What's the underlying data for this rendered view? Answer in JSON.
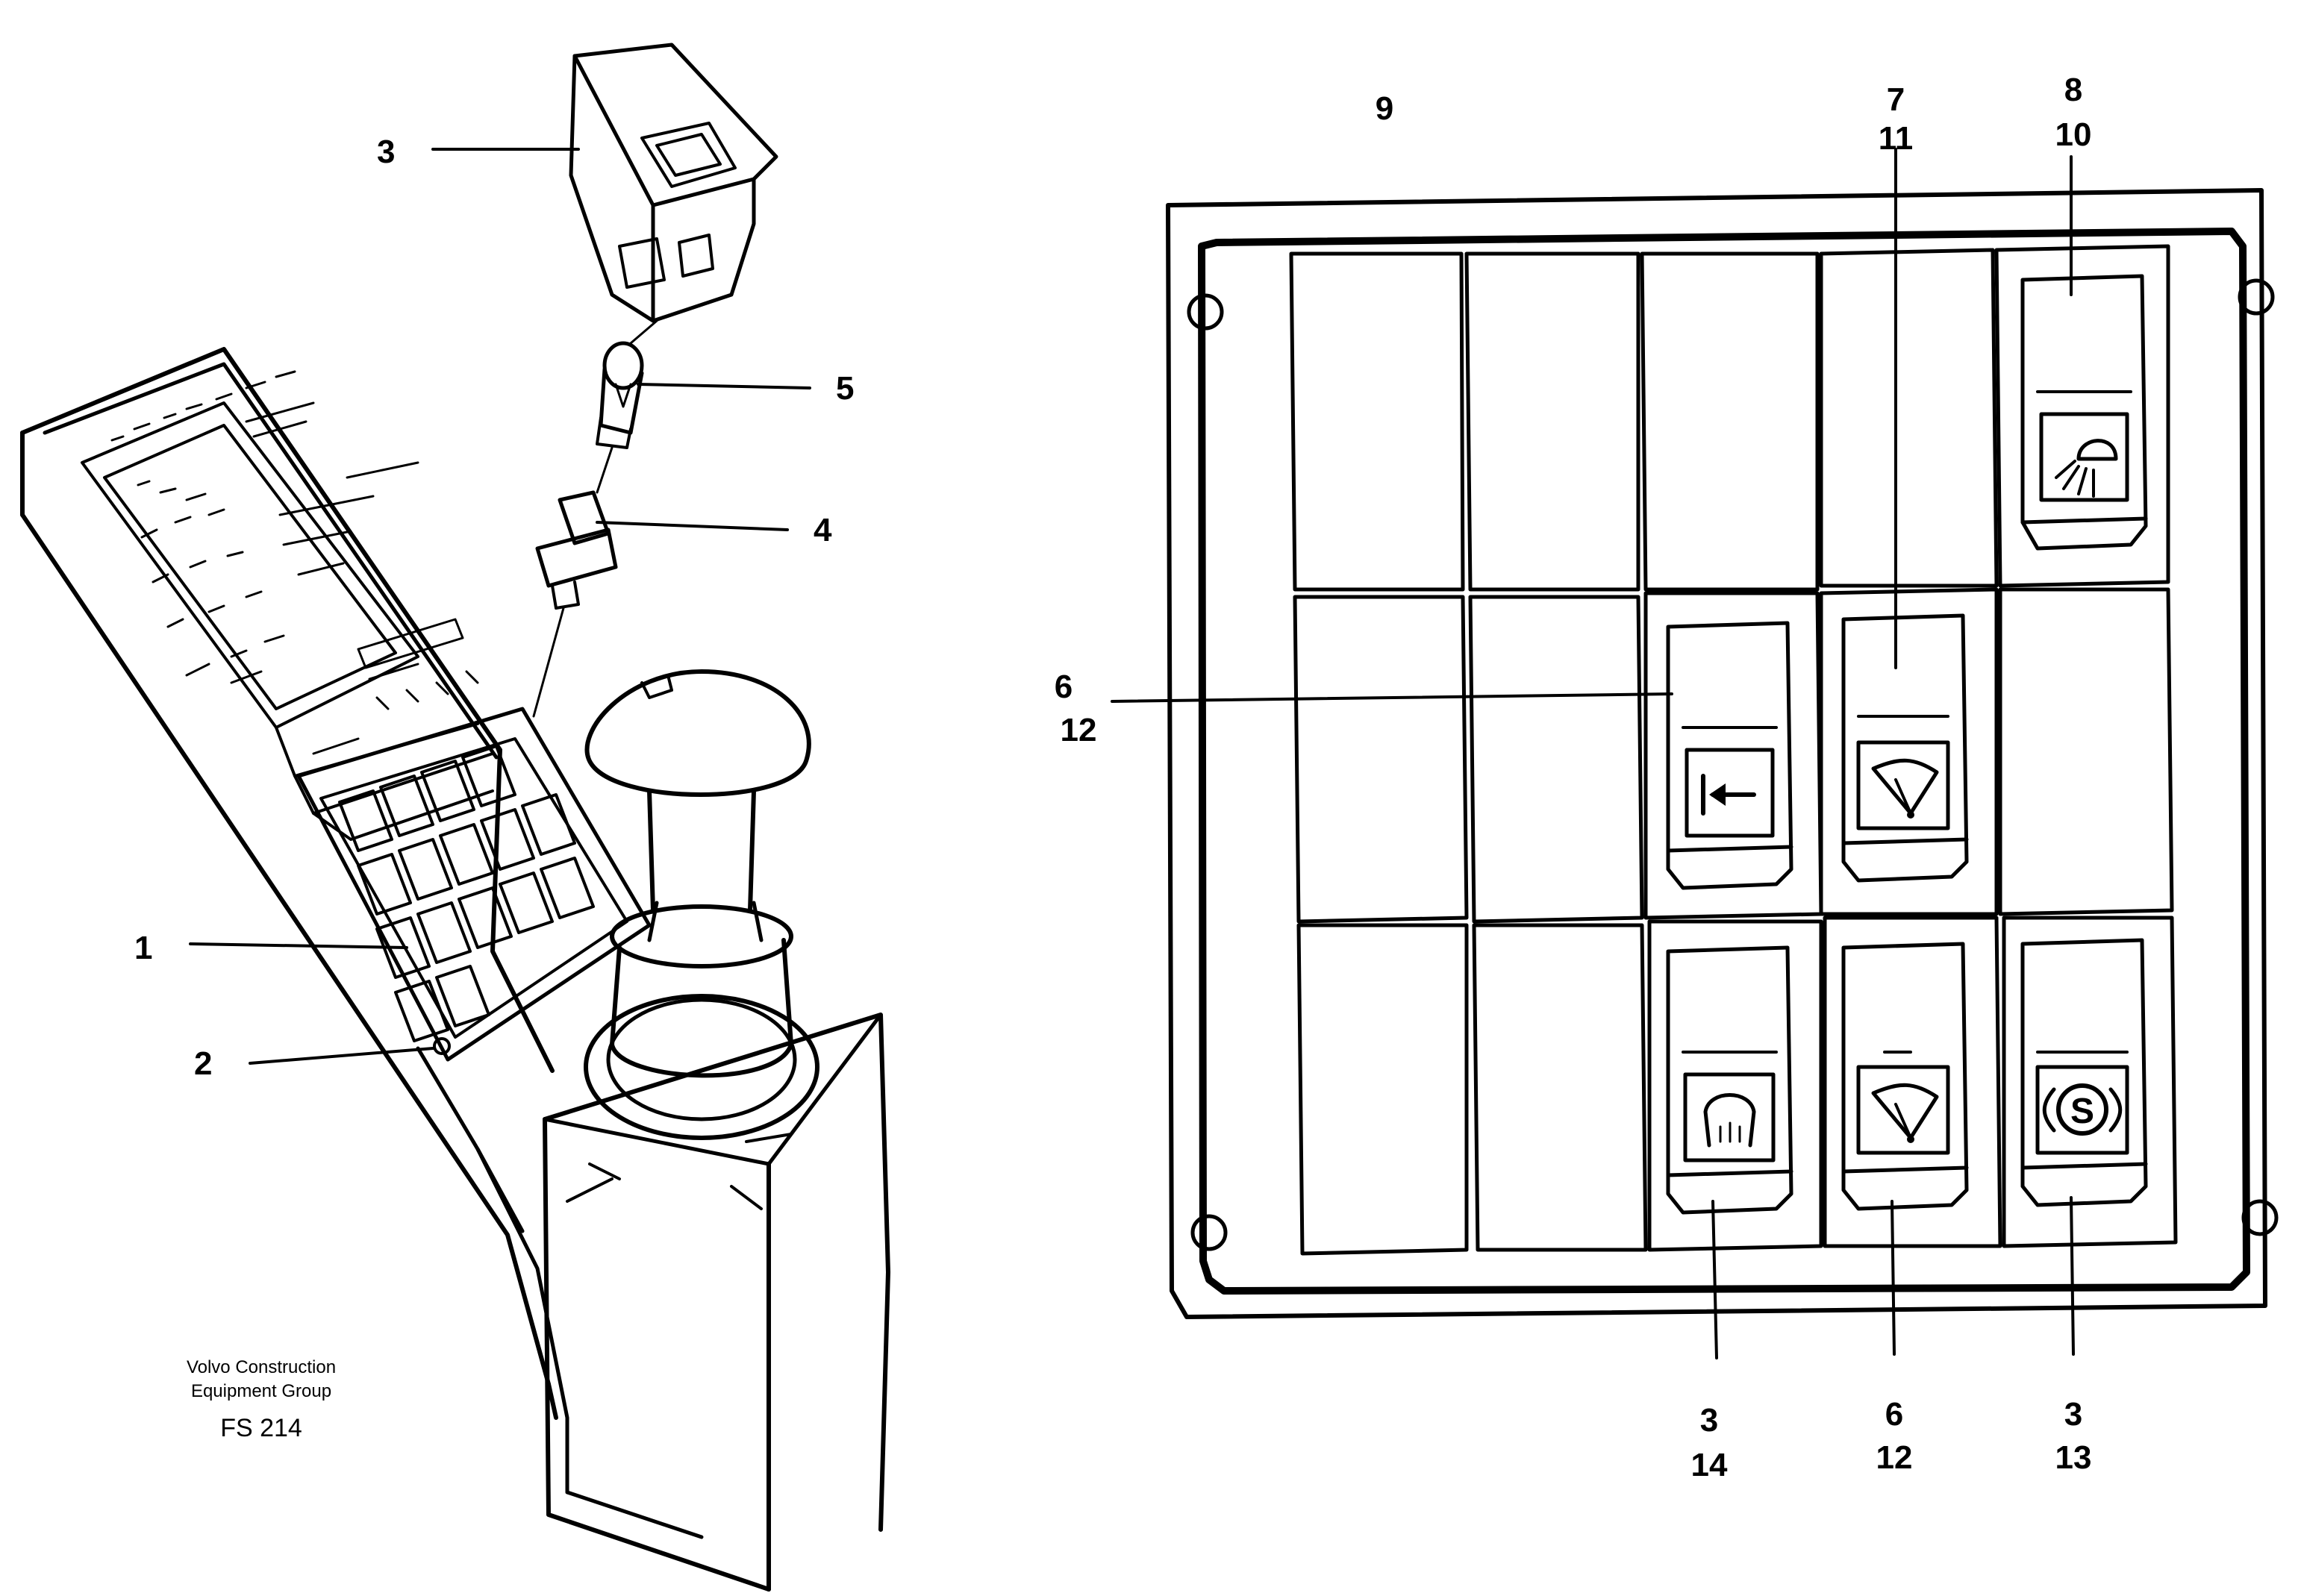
{
  "left_view": {
    "callouts": [
      "3",
      "5",
      "4",
      "1",
      "2"
    ]
  },
  "right_view": {
    "top_callouts": [
      "9",
      "7",
      "11",
      "8",
      "10"
    ],
    "side_callouts": [
      "6",
      "12"
    ],
    "bottom_callouts": [
      "3",
      "14",
      "6",
      "12",
      "3",
      "13"
    ],
    "switch_symbols": [
      "work-light-icon",
      "arrow-left-stop-icon",
      "rear-wiper-icon",
      "rear-defrost-icon",
      "front-wiper-icon",
      "parking-brake-icon"
    ]
  },
  "footer": {
    "company_line1": "Volvo Construction",
    "company_line2": "Equipment Group",
    "figure_code": "FS 214"
  }
}
